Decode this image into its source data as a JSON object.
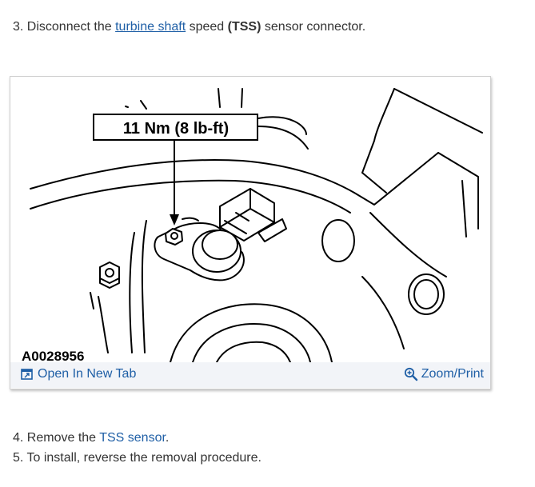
{
  "step3": {
    "number": "3.",
    "text_before": "Disconnect the",
    "link": "turbine shaft",
    "text_middle": "speed",
    "bold": "(TSS)",
    "text_after": "sensor connector."
  },
  "figure": {
    "callout": "11 Nm (8 lb-ft)",
    "id": "A0028956",
    "open_tab_label": "Open In New Tab",
    "open_tab_icon": "open-in-new-tab-icon",
    "zoom_label": "Zoom/Print",
    "zoom_icon": "magnifier-icon"
  },
  "step4": {
    "number": "4.",
    "text_before": "Remove the",
    "link": "TSS sensor",
    "text_after": "."
  },
  "step5": {
    "number": "5.",
    "text": "To install, reverse the removal procedure."
  },
  "colors": {
    "link": "#1f5fa6",
    "text": "#333333",
    "figure_bar": "#f2f4f8"
  }
}
